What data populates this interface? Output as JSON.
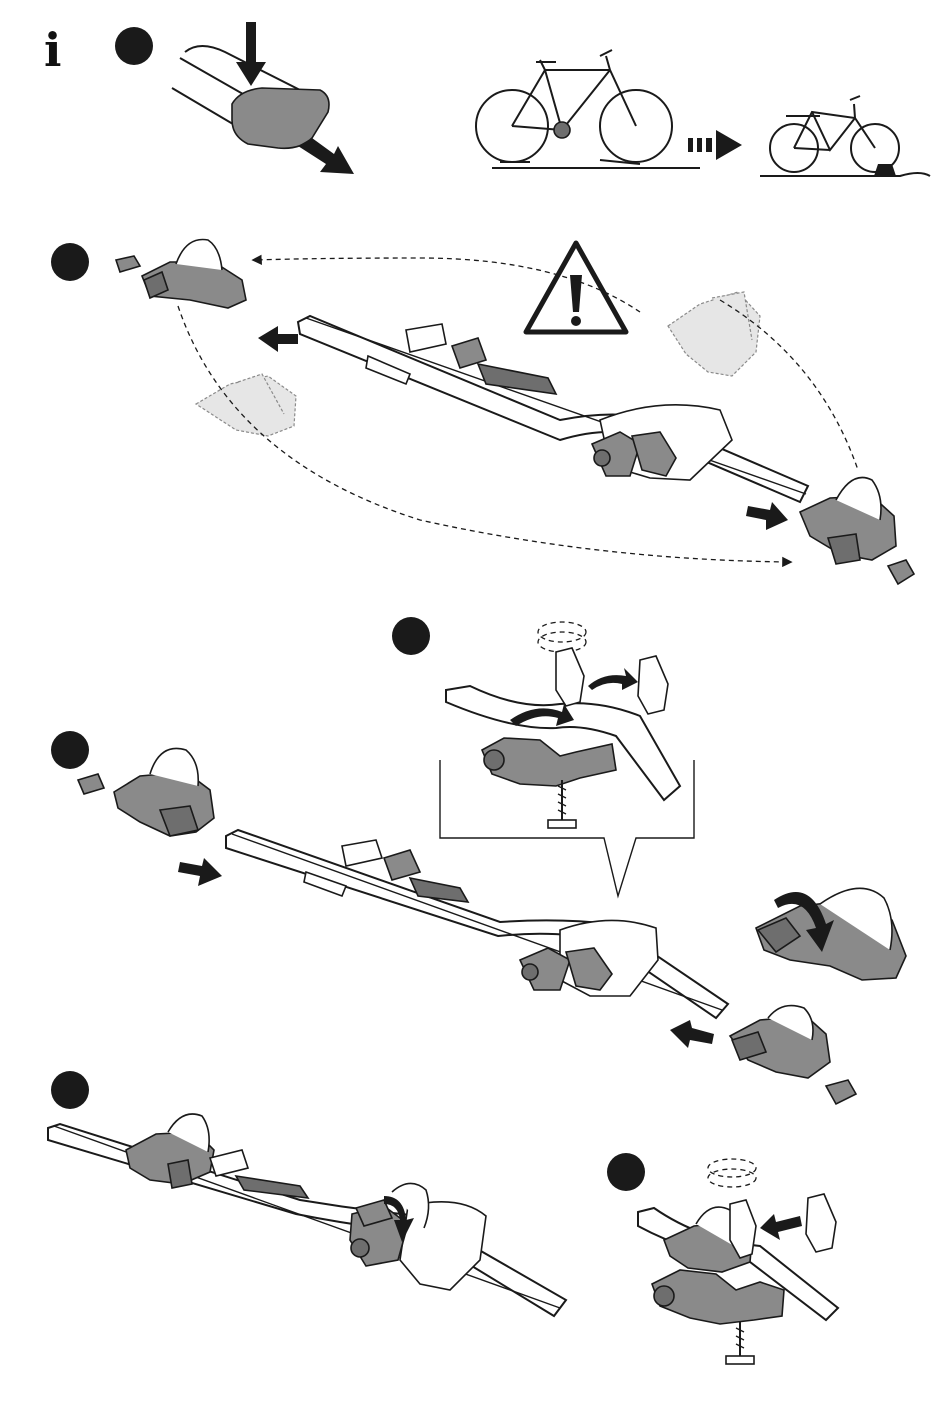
{
  "info_symbol": "i",
  "colors": {
    "ink": "#1a1a1a",
    "part_grey": "#8a8a8a",
    "ghost_grey": "#e6e6e6",
    "paper": "#ffffff"
  },
  "icons": {
    "info": "info-icon",
    "warning": "warning-triangle-icon",
    "bike_large": "bicycle-icon",
    "bike_small": "bicycle-icon",
    "transition": "dashed-arrow-right-icon"
  },
  "steps": [
    {
      "id": "step-1",
      "label": ""
    },
    {
      "id": "step-2",
      "label": ""
    },
    {
      "id": "step-3",
      "label": ""
    },
    {
      "id": "step-4",
      "label": ""
    },
    {
      "id": "step-5",
      "label": ""
    },
    {
      "id": "step-6",
      "label": ""
    }
  ]
}
